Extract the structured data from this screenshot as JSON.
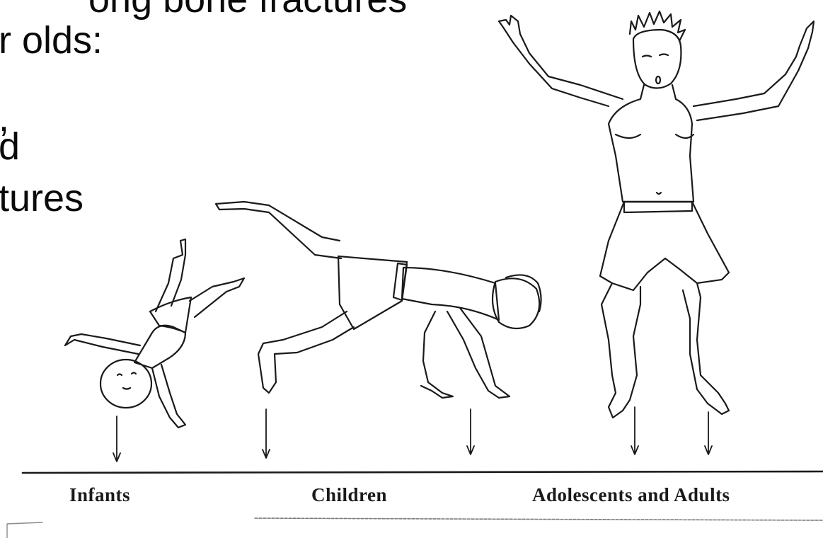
{
  "slide": {
    "lines": [
      "ong bone fractures",
      "r olds:",
      ",",
      "d",
      "tures"
    ]
  },
  "diagram": {
    "labels": {
      "infants": "Infants",
      "children": "Children",
      "adults": "Adolescents and Adults"
    }
  }
}
